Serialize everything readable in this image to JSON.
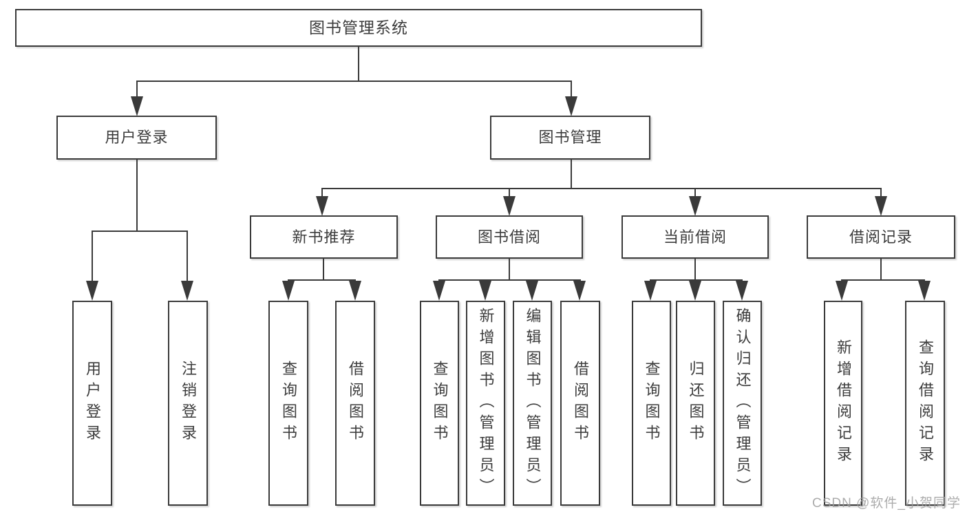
{
  "diagram": {
    "title": "图书管理系统",
    "level2": [
      {
        "label": "用户登录",
        "parent": "图书管理系统"
      },
      {
        "label": "图书管理",
        "parent": "图书管理系统"
      }
    ],
    "level3": [
      {
        "label": "新书推荐",
        "parent": "图书管理"
      },
      {
        "label": "图书借阅",
        "parent": "图书管理"
      },
      {
        "label": "当前借阅",
        "parent": "图书管理"
      },
      {
        "label": "借阅记录",
        "parent": "图书管理"
      }
    ],
    "leaves": [
      {
        "label": "用户登录",
        "parent": "用户登录"
      },
      {
        "label": "注销登录",
        "parent": "用户登录"
      },
      {
        "label": "查询图书",
        "parent": "新书推荐"
      },
      {
        "label": "借阅图书",
        "parent": "新书推荐"
      },
      {
        "label": "查询图书",
        "parent": "图书借阅"
      },
      {
        "label": "新增图书（管理员）",
        "parent": "图书借阅"
      },
      {
        "label": "编辑图书（管理员）",
        "parent": "图书借阅"
      },
      {
        "label": "借阅图书",
        "parent": "图书借阅"
      },
      {
        "label": "查询图书",
        "parent": "当前借阅"
      },
      {
        "label": "归还图书",
        "parent": "当前借阅"
      },
      {
        "label": "确认归还（管理员）",
        "parent": "当前借阅"
      },
      {
        "label": "新增借阅记录",
        "parent": "借阅记录"
      },
      {
        "label": "查询借阅记录",
        "parent": "借阅记录"
      }
    ]
  },
  "watermark": {
    "text": "CSDN @软件_小贺同学"
  },
  "colors": {
    "line": "#3a3a3a",
    "text": "#3c3c3c",
    "background": "#ffffff",
    "watermark": "#9e9e9e"
  }
}
